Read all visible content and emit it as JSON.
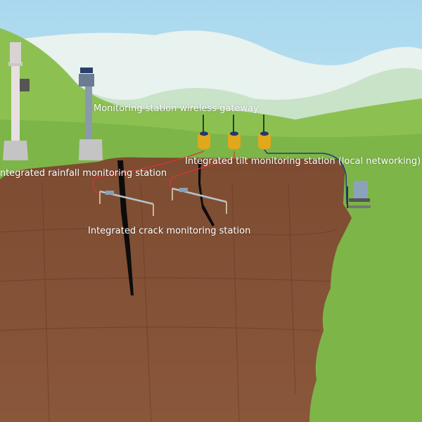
{
  "labels": {
    "gateway": "Monitoring station wireless gateway",
    "tilt": "Integrated tilt monitoring station (local networking)",
    "rainfall": "Integrated rainfall monitoring station",
    "crack": "Integrated crack monitoring station"
  },
  "colors": {
    "sky": "#bfe3f2",
    "grass": "#8cc152",
    "cliff": "#7a4a30",
    "logger": "#e0a81c",
    "cable_red": "#d8353a",
    "cable_blue": "#1c3f7a"
  }
}
